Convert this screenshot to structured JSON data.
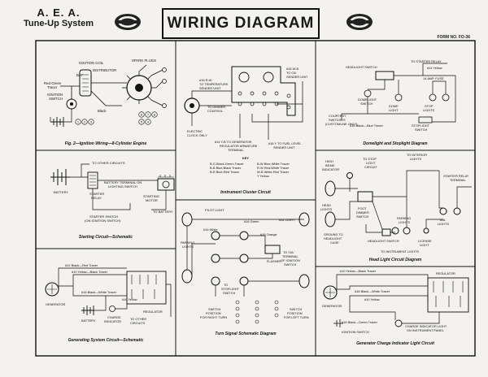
{
  "header": {
    "org": "A. E. A.",
    "system": "Tune-Up System",
    "title": "WIRING DIAGRAM",
    "form_no": "FORM NO. FO-36"
  },
  "panels": {
    "ignition": {
      "caption": "Fig. 2—Ignition Wiring—8-Cylinder Engine",
      "labels": {
        "coil": "IGNITION COIL",
        "distributor": "DISTRIBUTOR",
        "spark": "SPARK PLUGS",
        "bat": "BAT",
        "red_green": "Red-Green",
        "tracer": "Tracer",
        "ign_switch": "IGNITION",
        "switch": "SWITCH",
        "black": "Black",
        "nums": [
          "1",
          "2",
          "3",
          "4",
          "5",
          "6",
          "7",
          "8"
        ]
      }
    },
    "instrument": {
      "caption": "Instrument Cluster Circuit",
      "labels": {
        "temp": "#16 R-W",
        "temp2": "TO TEMPERATURE",
        "temp3": "SENDER UNIT",
        "oil": "#16 W-B",
        "oil2": "TO OIL",
        "oil3": "SENDER UNIT",
        "dimmer": "TO DIMMER",
        "dimmer2": "CONTROL",
        "clock": "ELECTRIC",
        "clock2": "CLOCK ONLY",
        "reg": "#14 Y-B  TO GENERATOR",
        "reg2": "REGULATOR ARMATURE",
        "reg3": "TERMINAL",
        "fuel": "#16 Y  TO FUEL LEVEL",
        "fuel2": "SENDER UNIT",
        "key": "KEY",
        "k1": "B-G  Black-Green Tracer",
        "k2": "B-B  Blue-Black Tracer",
        "k3": "B-R  Blue-Red Tracer",
        "k4": "B-W  Blue-White Tracer",
        "k5": "R-W  Red-White Tracer",
        "k6": "W-B  White-Red Tracer",
        "k7": "Y  Yellow"
      }
    },
    "dome": {
      "caption": "Domelight and Stoplight Diagram",
      "labels": {
        "headlight": "HEADLIGHT SWITCH",
        "relay": "TO STARTER RELAY",
        "yellow": "#14 Yellow",
        "fuse": "14 AMP. FUSE",
        "dome_sw": "DOMELIGHT",
        "dome_sw2": "SWITCH",
        "dome": "DOME",
        "dome2": "LIGHT",
        "stop": "STOP",
        "stop2": "LIGHTS",
        "courtesy": "COURTESY",
        "courtesy2": "SWITCHES",
        "courtesy3": "(CUSTOMLINE ONLY)",
        "stop_sw": "STOPLIGHT",
        "stop_sw2": "SWITCH",
        "wire": "#16 Black—Blue Tracer"
      }
    },
    "starting": {
      "caption": "Starting Circuit—Schematic",
      "labels": {
        "other": "TO OTHER CIRCUITS",
        "battery": "BATTERY",
        "bat_term": "BATTERY TERMINAL ON",
        "bat_term2": "LIGHTING SWITCH",
        "relay": "STARTER",
        "relay2": "RELAY",
        "motor": "STARTING",
        "motor2": "MOTOR",
        "to_bat": "TO BATTERY",
        "switch": "STARTER SWITCH",
        "switch2": "(ON IGNITION SWITCH)"
      }
    },
    "turn": {
      "caption": "Turn Signal Schematic Diagram",
      "labels": {
        "pilot": "PILOT LIGHT",
        "tail": "TAIL LIGHT",
        "parking": "PARKING",
        "parking2": "LIGHTS",
        "flasher": "FLASHER",
        "stoplight": "TO",
        "stoplight2": "STOPLIGHT",
        "stoplight3": "SWITCH",
        "ign": "TO 'GA'",
        "ign2": "TERMINAL",
        "ign3": "OF IGNITION",
        "ign4": "SWITCH",
        "green": "#16 Green",
        "orange": "#16 Orange",
        "white": "#16 White",
        "pos_r": "SWITCH",
        "pos_r2": "POSITION",
        "pos_r3": "FOR RIGHT TURN",
        "pos_l": "SWITCH",
        "pos_l2": "POSITION",
        "pos_l3": "FOR LEFT TURN"
      }
    },
    "head": {
      "caption": "Head Light Circuit Diagram",
      "labels": {
        "high": "HIGH",
        "beam": "BEAM",
        "indicator": "INDICATOR",
        "to_stop": "TO STOP",
        "to_stop2": "LIGHT",
        "to_stop3": "CIRCUIT",
        "interior": "TO INTERIOR",
        "interior2": "LIGHTS",
        "relay": "STARTER RELAY",
        "relay2": "TERMINAL",
        "head": "HEAD",
        "head2": "LIGHTS",
        "dimmer": "FOOT",
        "dimmer2": "DIMMER",
        "dimmer3": "SWITCH",
        "parking": "PARKING",
        "parking2": "LIGHTS",
        "tail": "TAIL",
        "tail2": "LIGHTS",
        "ground": "GROUND TO",
        "ground2": "HEADLIGHT",
        "ground3": "CASE",
        "hs": "HEADLIGHT SWITCH",
        "instr": "TO INSTRUMENT LIGHTS",
        "license": "LICENSE",
        "license2": "LIGHT"
      }
    },
    "generating": {
      "caption": "Generating System Circuit—Schematic",
      "labels": {
        "w1": "#12 Black—Red Tracer",
        "w2": "#10 Yellow—Black Tracer",
        "w3": "#16 Black—White Tracer",
        "w4": "#10 Yellow",
        "gen": "GENERATOR",
        "battery": "BATTERY",
        "charge": "CHARGE",
        "charge2": "INDICATOR",
        "regulator": "REGULATOR",
        "other": "TO OTHER",
        "other2": "CIRCUITS"
      }
    },
    "charge": {
      "caption": "Generator Charge Indicator Light Circuit",
      "labels": {
        "w1": "#10 Yellow—Black Tracer",
        "w2": "#16 Black—White Tracer",
        "w3": "#10 Yellow",
        "w4": "#16 Black—Green Tracer",
        "gen": "GENERATOR",
        "regulator": "REGULATOR",
        "ign": "IGNITION SWITCH",
        "light": "CHARGE INDICATOR LIGHT",
        "light2": "ON INSTRUMENT PANEL"
      }
    }
  }
}
